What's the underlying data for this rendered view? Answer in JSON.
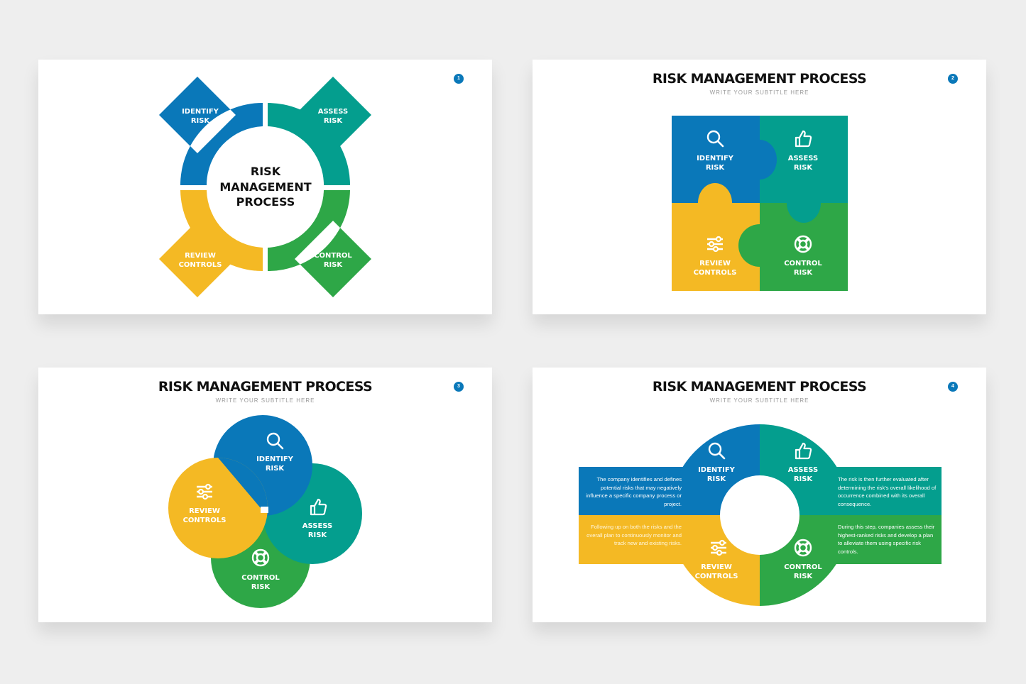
{
  "colors": {
    "identify": "#0a78b9",
    "assess": "#049e8e",
    "control": "#2ea747",
    "review": "#f4b924",
    "background": "#eeeeee",
    "title": "#111111",
    "subtitle": "#9a9a9a"
  },
  "steps": {
    "identify": {
      "line1": "IDENTIFY",
      "line2": "RISK",
      "icon": "search-icon"
    },
    "assess": {
      "line1": "ASSESS",
      "line2": "RISK",
      "icon": "thumbs-up-icon"
    },
    "review": {
      "line1": "REVIEW",
      "line2": "CONTROLS",
      "icon": "sliders-icon"
    },
    "control": {
      "line1": "CONTROL",
      "line2": "RISK",
      "icon": "lifebuoy-icon"
    }
  },
  "slides": [
    {
      "number": "1",
      "center_title": [
        "RISK",
        "MANAGEMENT",
        "PROCESS"
      ]
    },
    {
      "number": "2",
      "title": "RISK MANAGEMENT PROCESS",
      "subtitle": "WRITE YOUR SUBTITLE HERE"
    },
    {
      "number": "3",
      "title": "RISK MANAGEMENT PROCESS",
      "subtitle": "WRITE YOUR SUBTITLE HERE"
    },
    {
      "number": "4",
      "title": "RISK MANAGEMENT PROCESS",
      "subtitle": "WRITE YOUR SUBTITLE HERE",
      "descriptions": {
        "identify": "The company identifies and defines potential risks that may negatively influence a specific company process or project.",
        "assess": "The risk is then further evaluated after determining the risk's overall likelihood of occurrence combined with its overall consequence.",
        "review": "Following up on both the risks and the overall plan to continuously monitor and track new and existing risks.",
        "control": "During this step, companies assess their highest-ranked risks and develop a plan to alleviate them using specific risk controls."
      }
    }
  ]
}
